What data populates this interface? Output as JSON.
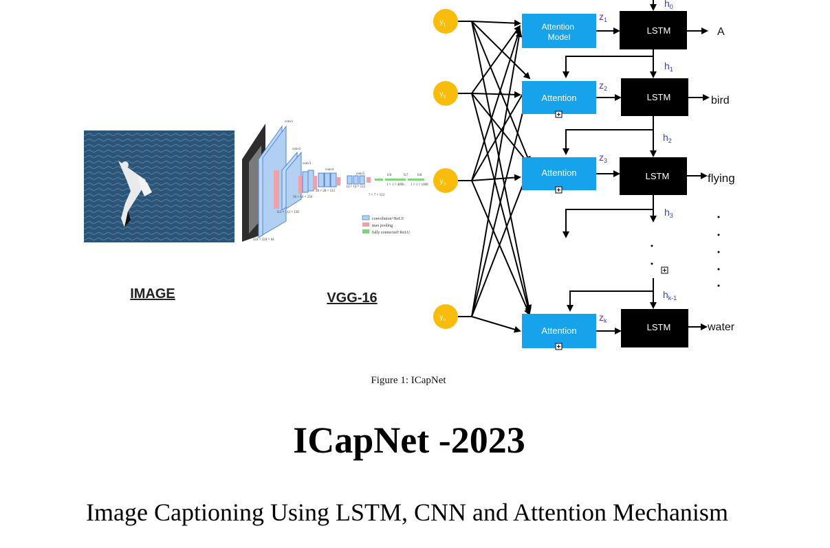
{
  "figure": {
    "image_label": "IMAGE",
    "vgg_label": "VGG-16",
    "vgg_layers": {
      "conv1": "conv1",
      "conv2": "conv2",
      "conv3": "conv3",
      "conv4": "conv4",
      "conv5": "conv5",
      "fc6": "fc6",
      "fc7": "fc7",
      "fc8": "fc8",
      "dim_224": "224 × 224 × 64",
      "dim_112": "112 × 112 × 128",
      "dim_56": "56 × 56 × 256",
      "dim_28": "28 × 28 × 512",
      "dim_14": "14 × 14 × 512",
      "dim_7": "7 × 7 × 512",
      "dim_fc": "1 × 1 × 4096",
      "dim_out": "1 × 1 × 1000"
    },
    "vgg_legend": [
      "convolution+ReLU",
      "max pooling",
      "fully connected+ReLU"
    ],
    "inputs": [
      {
        "sym": "y",
        "sub": "1"
      },
      {
        "sym": "y",
        "sub": "2"
      },
      {
        "sym": "y",
        "sub": "3"
      },
      {
        "sym": "y",
        "sub": "n"
      }
    ],
    "attention_labels": [
      "Attention Model",
      "Attention",
      "Attention",
      "Attention"
    ],
    "lstm_label": "LSTM",
    "context": [
      {
        "sym": "z",
        "sub": "1"
      },
      {
        "sym": "z",
        "sub": "2"
      },
      {
        "sym": "z",
        "sub": "3"
      },
      {
        "sym": "z",
        "sub": "k"
      }
    ],
    "hidden": [
      {
        "sym": "h",
        "sub": "0"
      },
      {
        "sym": "h",
        "sub": "1"
      },
      {
        "sym": "h",
        "sub": "2"
      },
      {
        "sym": "h",
        "sub": "3"
      },
      {
        "sym": "h",
        "sub": "k-1"
      }
    ],
    "outputs": [
      "A",
      "bird",
      "flying",
      "water"
    ],
    "colors": {
      "input_circle": "#f8bc0c",
      "attention_box": "#17a2ec",
      "lstm_box": "#000000",
      "hidden_label": "#2a3fd6",
      "context_label": "#5b2fd4"
    }
  },
  "caption": "Figure 1: ICapNet",
  "title": "ICapNet -2023",
  "subtitle": "Image Captioning Using LSTM, CNN and Attention Mechanism"
}
